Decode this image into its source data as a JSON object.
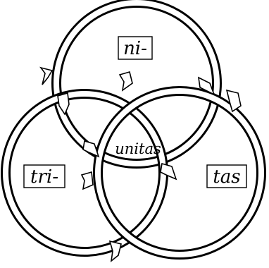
{
  "diagram": {
    "type": "three-interlocking-rings",
    "colors": {
      "stroke": "#000000",
      "fill": "#ffffff"
    },
    "labels": {
      "top": "ni-",
      "left": "tri-",
      "right": "tas",
      "center": "unitas"
    }
  }
}
